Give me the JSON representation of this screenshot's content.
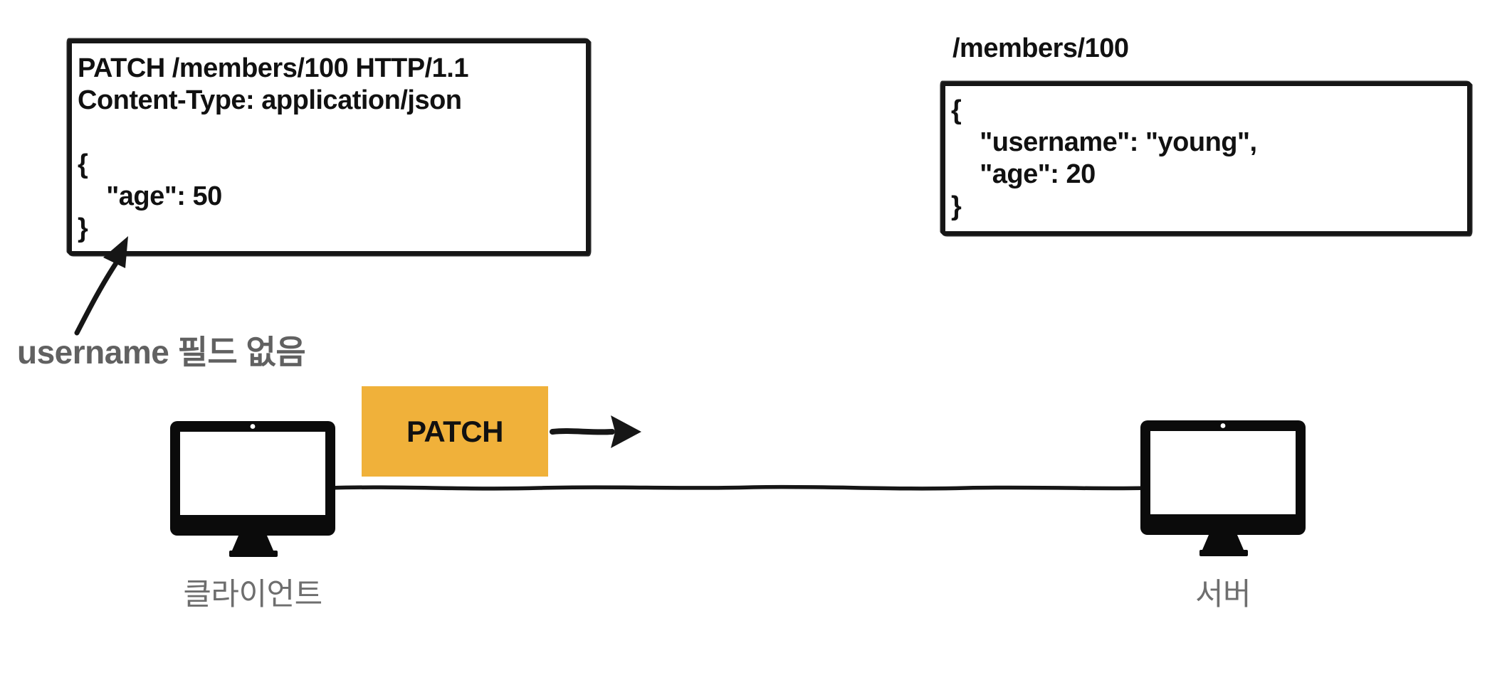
{
  "request_box": {
    "lines": [
      "PATCH /members/100 HTTP/1.1",
      "Content-Type: application/json",
      "",
      "{",
      "    \"age\": 50",
      "}"
    ]
  },
  "annotation": {
    "label": "username 필드 없음"
  },
  "resource_box": {
    "title": "/members/100",
    "lines": [
      "{",
      "    \"username\": \"young\",",
      "    \"age\": 20",
      "}"
    ]
  },
  "patch_badge": {
    "label": "PATCH"
  },
  "client": {
    "label": "클라이언트"
  },
  "server": {
    "label": "서버"
  },
  "colors": {
    "badge_orange": "#F0B13A",
    "ink_black": "#111111",
    "annotation_gray": "#616161",
    "label_gray": "#6e6e6e",
    "background": "#ffffff"
  }
}
